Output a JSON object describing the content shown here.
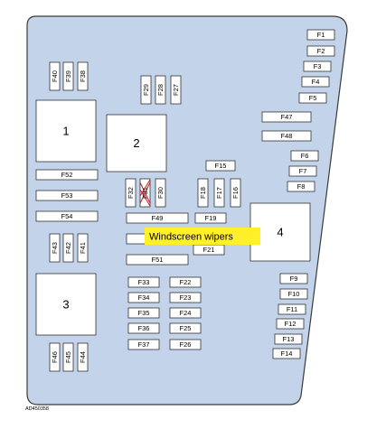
{
  "relays": [
    {
      "id": "relay-1",
      "label": "1"
    },
    {
      "id": "relay-2",
      "label": "2"
    },
    {
      "id": "relay-3",
      "label": "3"
    },
    {
      "id": "relay-4",
      "label": "4"
    }
  ],
  "fuses_horizontal": [
    "F1",
    "F2",
    "F3",
    "F4",
    "F5",
    "F47",
    "F48",
    "F6",
    "F7",
    "F8",
    "F15",
    "F19",
    "F21",
    "F49",
    "F52",
    "F53",
    "F54",
    "F51",
    "F33",
    "F34",
    "F35",
    "F36",
    "F37",
    "F22",
    "F23",
    "F24",
    "F25",
    "F26",
    "F9",
    "F10",
    "F11",
    "F12",
    "F13",
    "F14"
  ],
  "fuses_vertical": [
    "F40",
    "F39",
    "F38",
    "F29",
    "F28",
    "F27",
    "F32",
    "F31",
    "F30",
    "F18",
    "F17",
    "F16",
    "F43",
    "F42",
    "F41",
    "F46",
    "F45",
    "F44"
  ],
  "highlight_fuse": "F31",
  "callout": "Windscreen wipers",
  "code": "AD450358"
}
